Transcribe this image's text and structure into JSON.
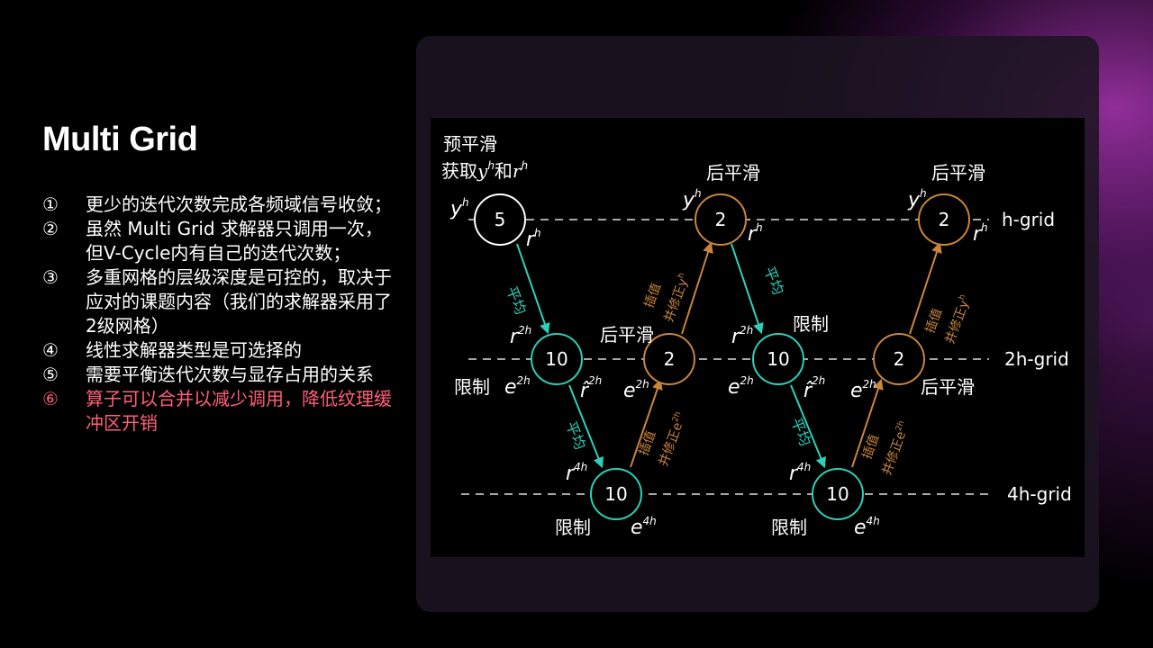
{
  "slide": {
    "title": "Multi Grid",
    "points": [
      {
        "num": "①",
        "text": "更少的迭代次数完成各频域信号收敛；"
      },
      {
        "num": "②",
        "text": "虽然 Multi Grid 求解器只调用一次，但V-Cycle内有自己的迭代次数；"
      },
      {
        "num": "③",
        "text": "多重网格的层级深度是可控的，取决于应对的课题内容（我们的求解器采用了2级网格）"
      },
      {
        "num": "④",
        "text": "线性求解器类型是可选择的"
      },
      {
        "num": "⑤",
        "text": "需要平衡迭代次数与显存占用的关系"
      },
      {
        "num": "⑥",
        "text": "算子可以合并以减少调用，降低纹理缓冲区开销",
        "highlight": true
      }
    ]
  },
  "diagram": {
    "colors": {
      "smooth_node": "#ffffff",
      "coarse_node": "#2ad1b8",
      "post_node": "#c9853c",
      "down_arrow": "#2ad1b8",
      "up_arrow": "#c9853c"
    },
    "grid_labels": {
      "h": "h-grid",
      "h2": "2h-grid",
      "h4": "4h-grid"
    },
    "nodes": {
      "n1": "5",
      "n2": "10",
      "n3": "10",
      "n4": "2",
      "n5": "2",
      "n6": "10",
      "n7": "10",
      "n8": "2",
      "n9": "2"
    },
    "labels": {
      "pre_smooth": "预平滑",
      "get": "获取",
      "and": "和",
      "post_smooth": "后平滑",
      "restrict": "限制",
      "smooth": "平均",
      "interp": "插值",
      "fix_y": "并修正y",
      "fix_e": "并修正e",
      "y": "y",
      "r": "r",
      "e": "e",
      "r_hat": "r̂",
      "sup_h": "h",
      "sup_2h": "2h",
      "sup_4h": "4h"
    }
  }
}
